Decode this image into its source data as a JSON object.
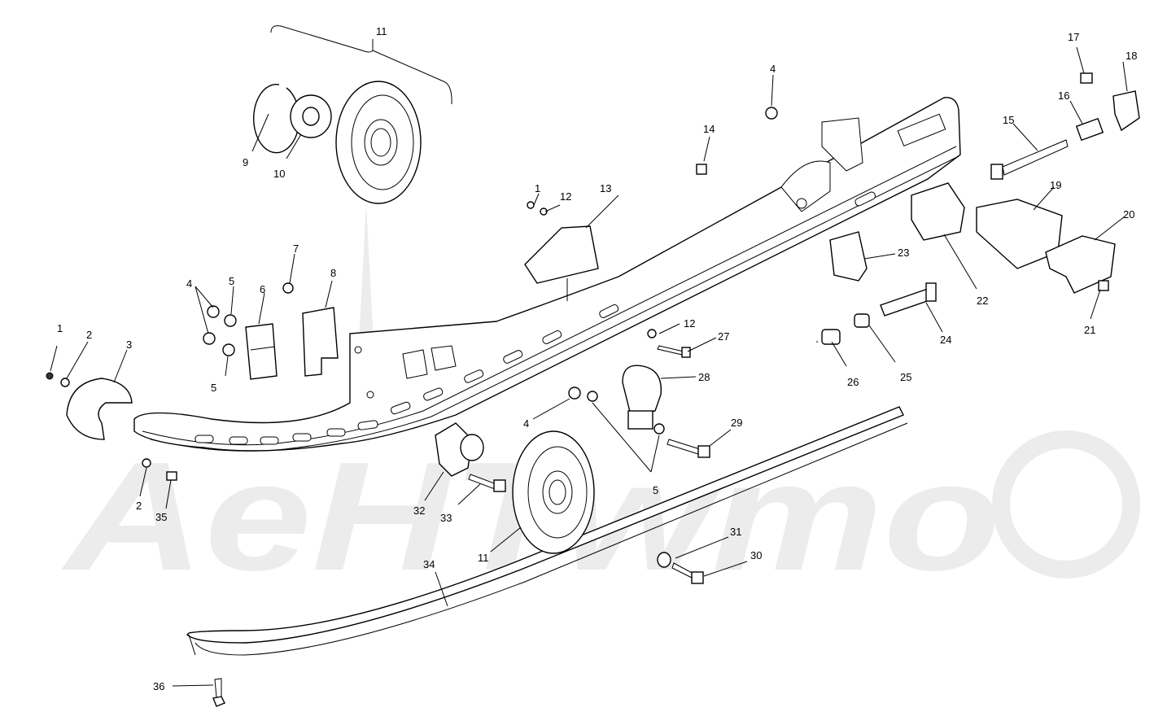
{
  "watermark": {
    "text": "AeHTwmo"
  },
  "labels": [
    {
      "id": "l11a",
      "text": "11"
    },
    {
      "id": "l9",
      "text": "9"
    },
    {
      "id": "l10",
      "text": "10"
    },
    {
      "id": "l4a",
      "text": "4"
    },
    {
      "id": "l14",
      "text": "14"
    },
    {
      "id": "l17",
      "text": "17"
    },
    {
      "id": "l18",
      "text": "18"
    },
    {
      "id": "l16",
      "text": "16"
    },
    {
      "id": "l15",
      "text": "15"
    },
    {
      "id": "l1a",
      "text": "1"
    },
    {
      "id": "l12a",
      "text": "12"
    },
    {
      "id": "l13",
      "text": "13"
    },
    {
      "id": "l19",
      "text": "19"
    },
    {
      "id": "l20",
      "text": "20"
    },
    {
      "id": "l7",
      "text": "7"
    },
    {
      "id": "l4b",
      "text": "4"
    },
    {
      "id": "l5a",
      "text": "5"
    },
    {
      "id": "l6",
      "text": "6"
    },
    {
      "id": "l8",
      "text": "8"
    },
    {
      "id": "l23",
      "text": "23"
    },
    {
      "id": "l22",
      "text": "22"
    },
    {
      "id": "l21",
      "text": "21"
    },
    {
      "id": "l1b",
      "text": "1"
    },
    {
      "id": "l2a",
      "text": "2"
    },
    {
      "id": "l3",
      "text": "3"
    },
    {
      "id": "l5b",
      "text": "5"
    },
    {
      "id": "l12b",
      "text": "12"
    },
    {
      "id": "l27",
      "text": "27"
    },
    {
      "id": "l24",
      "text": "24"
    },
    {
      "id": "l25",
      "text": "25"
    },
    {
      "id": "l26",
      "text": "26"
    },
    {
      "id": "l28",
      "text": "28"
    },
    {
      "id": "l4c",
      "text": "4"
    },
    {
      "id": "l29",
      "text": "29"
    },
    {
      "id": "l5c",
      "text": "5"
    },
    {
      "id": "l2b",
      "text": "2"
    },
    {
      "id": "l35",
      "text": "35"
    },
    {
      "id": "l32",
      "text": "32"
    },
    {
      "id": "l33",
      "text": "33"
    },
    {
      "id": "l11b",
      "text": "11"
    },
    {
      "id": "l31",
      "text": "31"
    },
    {
      "id": "l30",
      "text": "30"
    },
    {
      "id": "l34",
      "text": "34"
    },
    {
      "id": "l36",
      "text": "36"
    }
  ]
}
